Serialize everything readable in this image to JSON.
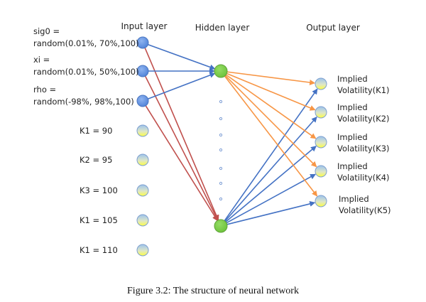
{
  "figure": {
    "caption": "Figure 3.2: The structure of neural network",
    "layer_titles": {
      "input": "Input layer",
      "hidden": "Hidden layer",
      "output": "Output layer"
    },
    "input_nodes": [
      {
        "label_lines": [
          "sig0 =",
          "random(0.01%, 70%,100)"
        ],
        "kind": "parameter"
      },
      {
        "label_lines": [
          "xi =",
          "random(0.01%, 50%,100)"
        ],
        "kind": "parameter"
      },
      {
        "label_lines": [
          "rho =",
          "random(-98%, 98%,100)"
        ],
        "kind": "parameter"
      },
      {
        "label_lines": [
          "K1 = 90"
        ],
        "kind": "strike"
      },
      {
        "label_lines": [
          "K2 = 95"
        ],
        "kind": "strike"
      },
      {
        "label_lines": [
          "K3 = 100"
        ],
        "kind": "strike"
      },
      {
        "label_lines": [
          "K1 = 105"
        ],
        "kind": "strike"
      },
      {
        "label_lines": [
          "K1 = 110"
        ],
        "kind": "strike"
      }
    ],
    "hidden_nodes": [
      "top",
      "bottom"
    ],
    "hidden_ellipsis_dots": 7,
    "output_nodes": [
      {
        "label_lines": [
          "Implied",
          "Volatility(K1)"
        ]
      },
      {
        "label_lines": [
          "Implied",
          "Volatility(K2)"
        ]
      },
      {
        "label_lines": [
          "Implied",
          "Volatility(K3)"
        ]
      },
      {
        "label_lines": [
          "Implied",
          "Volatility(K4)"
        ]
      },
      {
        "label_lines": [
          "Implied",
          "Volatility(K5)"
        ]
      }
    ],
    "connections": {
      "parameters_to_top_hidden": "blue",
      "parameters_to_bottom_hidden": "red",
      "top_hidden_to_outputs": "orange",
      "bottom_hidden_to_outputs": "blue"
    },
    "colors": {
      "blue_edge": "#4472c4",
      "red_edge": "#c0504d",
      "orange_edge": "#f79646",
      "param_node": "#5b8fe0",
      "hidden_node": "#7dcf4a",
      "strike_node_top": "#9dc3ec",
      "strike_node_bottom": "#ffff4d",
      "dot": "#7f9fd6"
    }
  }
}
